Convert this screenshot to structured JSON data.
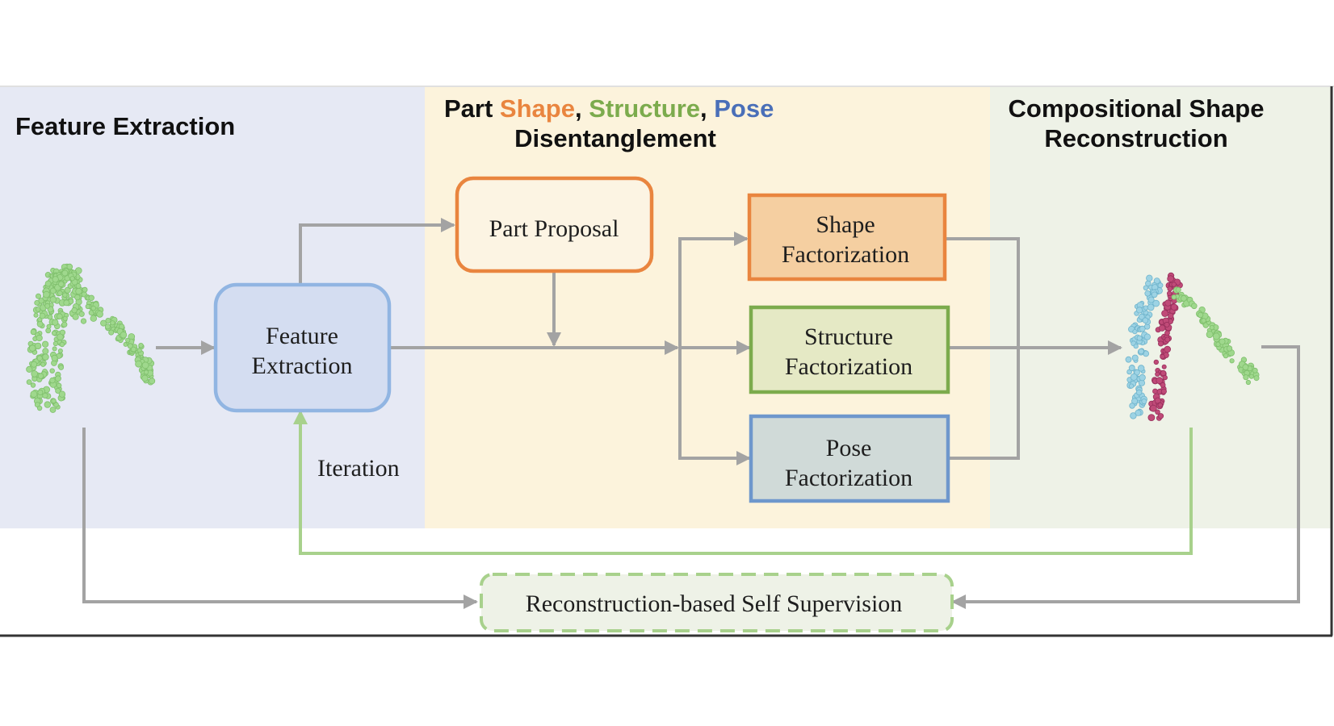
{
  "headers": {
    "feature_extraction": "Feature Extraction",
    "disentangle": {
      "part": "Part ",
      "shape": "Shape",
      "comma1": ", ",
      "structure": "Structure",
      "comma2": ", ",
      "pose": "Pose",
      "line2": "Disentanglement"
    },
    "reconstruction": {
      "line1": "Compositional  Shape",
      "line2": "Reconstruction"
    }
  },
  "boxes": {
    "feature_extraction": {
      "line1": "Feature",
      "line2": "Extraction"
    },
    "part_proposal": {
      "label": "Part Proposal"
    },
    "shape_factorization": {
      "line1": "Shape",
      "line2": "Factorization"
    },
    "structure_factorization": {
      "line1": "Structure",
      "line2": "Factorization"
    },
    "pose_factorization": {
      "line1": "Pose",
      "line2": "Factorization"
    },
    "self_supervision": {
      "label": "Reconstruction-based  Self Supervision"
    }
  },
  "labels": {
    "iteration": "Iteration"
  },
  "colors": {
    "panel_feature": "#e6e9f4",
    "panel_disentangle": "#fcf3dc",
    "panel_reconstruction": "#eef2e7",
    "orange": "#e9853f",
    "green": "#7cab4d",
    "blue": "#4a6fb8",
    "arrow_gray": "#a3a3a3",
    "arrow_green": "#a8d18c",
    "point_green": "#9fd88d",
    "point_blue": "#9dd3e4",
    "point_red": "#c04a78"
  }
}
